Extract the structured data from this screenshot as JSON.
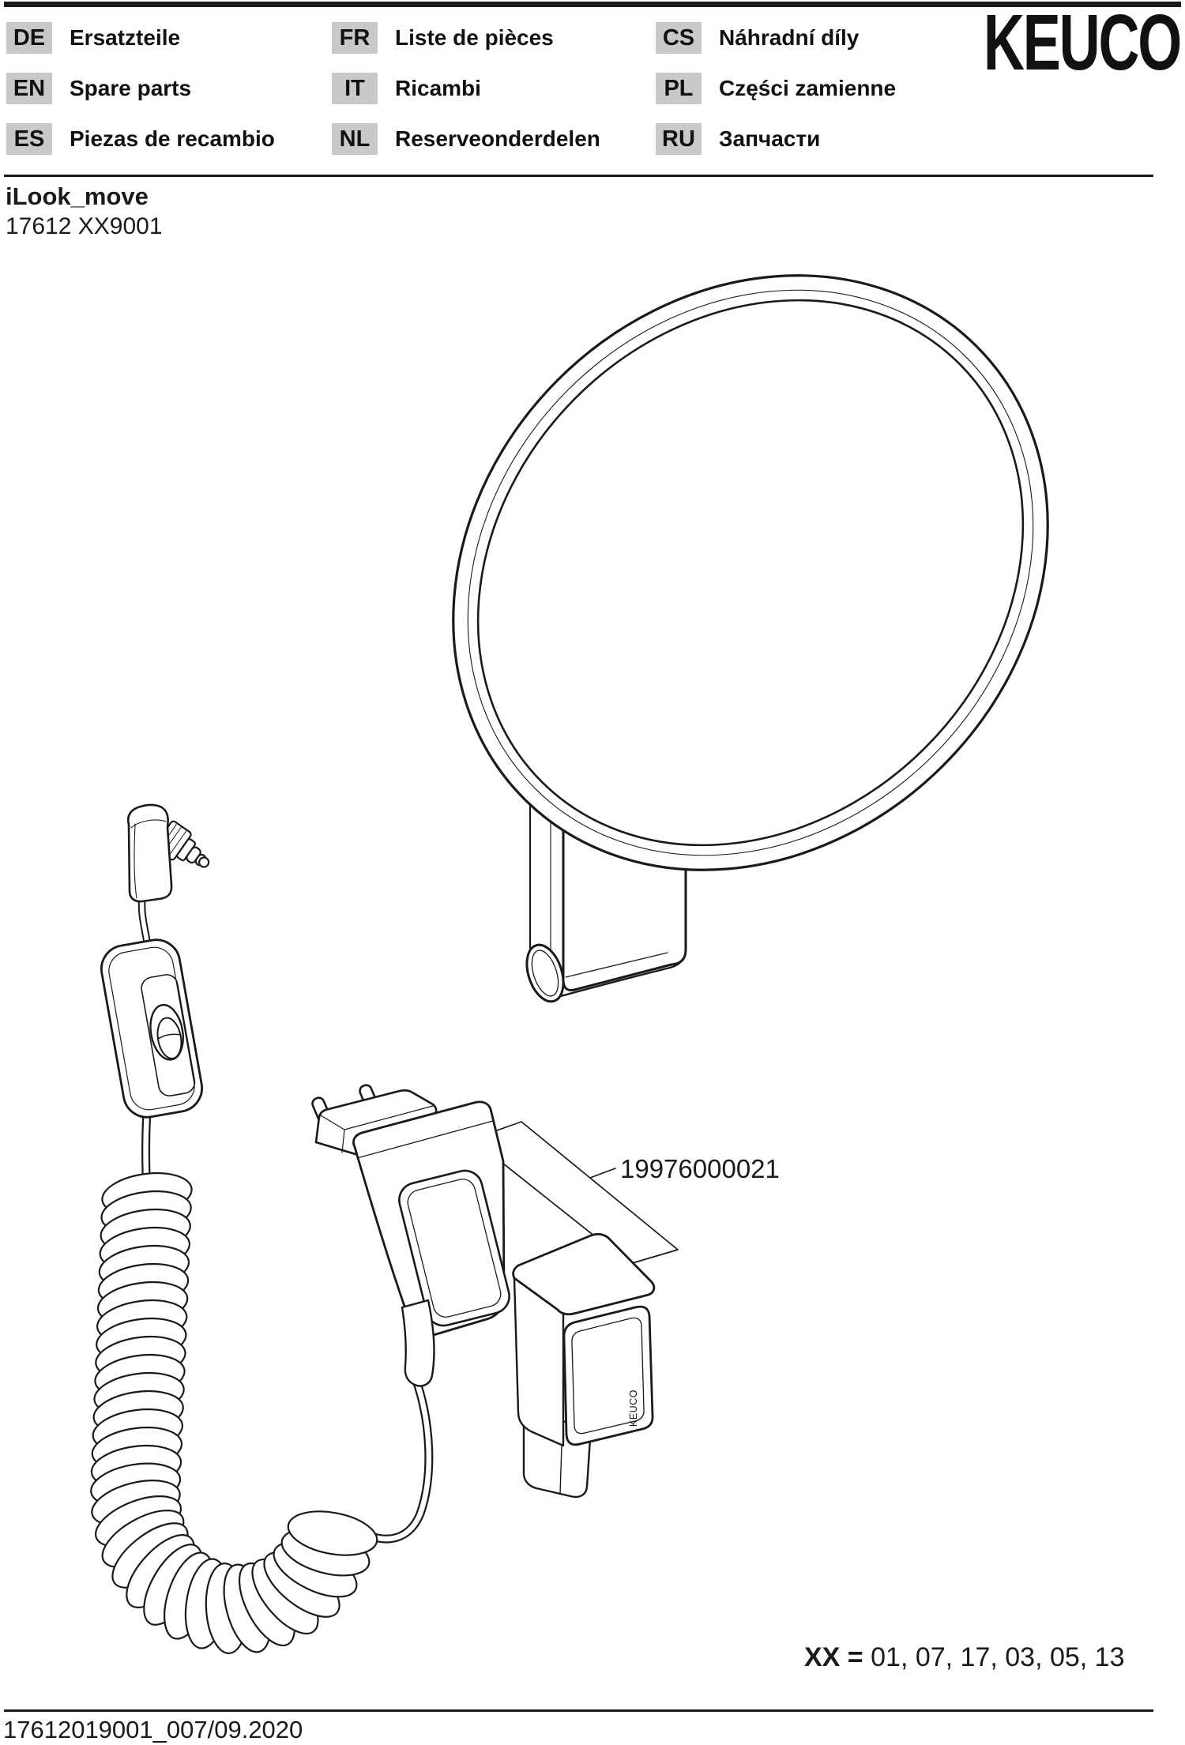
{
  "header": {
    "logo_text": "KEUCO",
    "languages": [
      {
        "code": "DE",
        "label": "Ersatzteile"
      },
      {
        "code": "EN",
        "label": "Spare parts"
      },
      {
        "code": "ES",
        "label": "Piezas de recambio"
      },
      {
        "code": "FR",
        "label": "Liste de pièces"
      },
      {
        "code": "IT",
        "label": "Ricambi"
      },
      {
        "code": "NL",
        "label": "Reserveonderdelen"
      },
      {
        "code": "CS",
        "label": "Náhradní díly"
      },
      {
        "code": "PL",
        "label": "Części zamienne"
      },
      {
        "code": "RU",
        "label": "Запчасти"
      }
    ]
  },
  "product": {
    "name": "iLook_move",
    "model": "17612 XX9001"
  },
  "diagram": {
    "part_number": "19976000021",
    "box_brand": "KEUCO"
  },
  "variants": {
    "label": "XX =",
    "values": "01, 07, 17, 03, 05, 13"
  },
  "footer": {
    "document_code": "17612019001_007/09.2020"
  },
  "colors": {
    "ink": "#1a1a1a",
    "badge_bg": "#c9c9c9"
  }
}
